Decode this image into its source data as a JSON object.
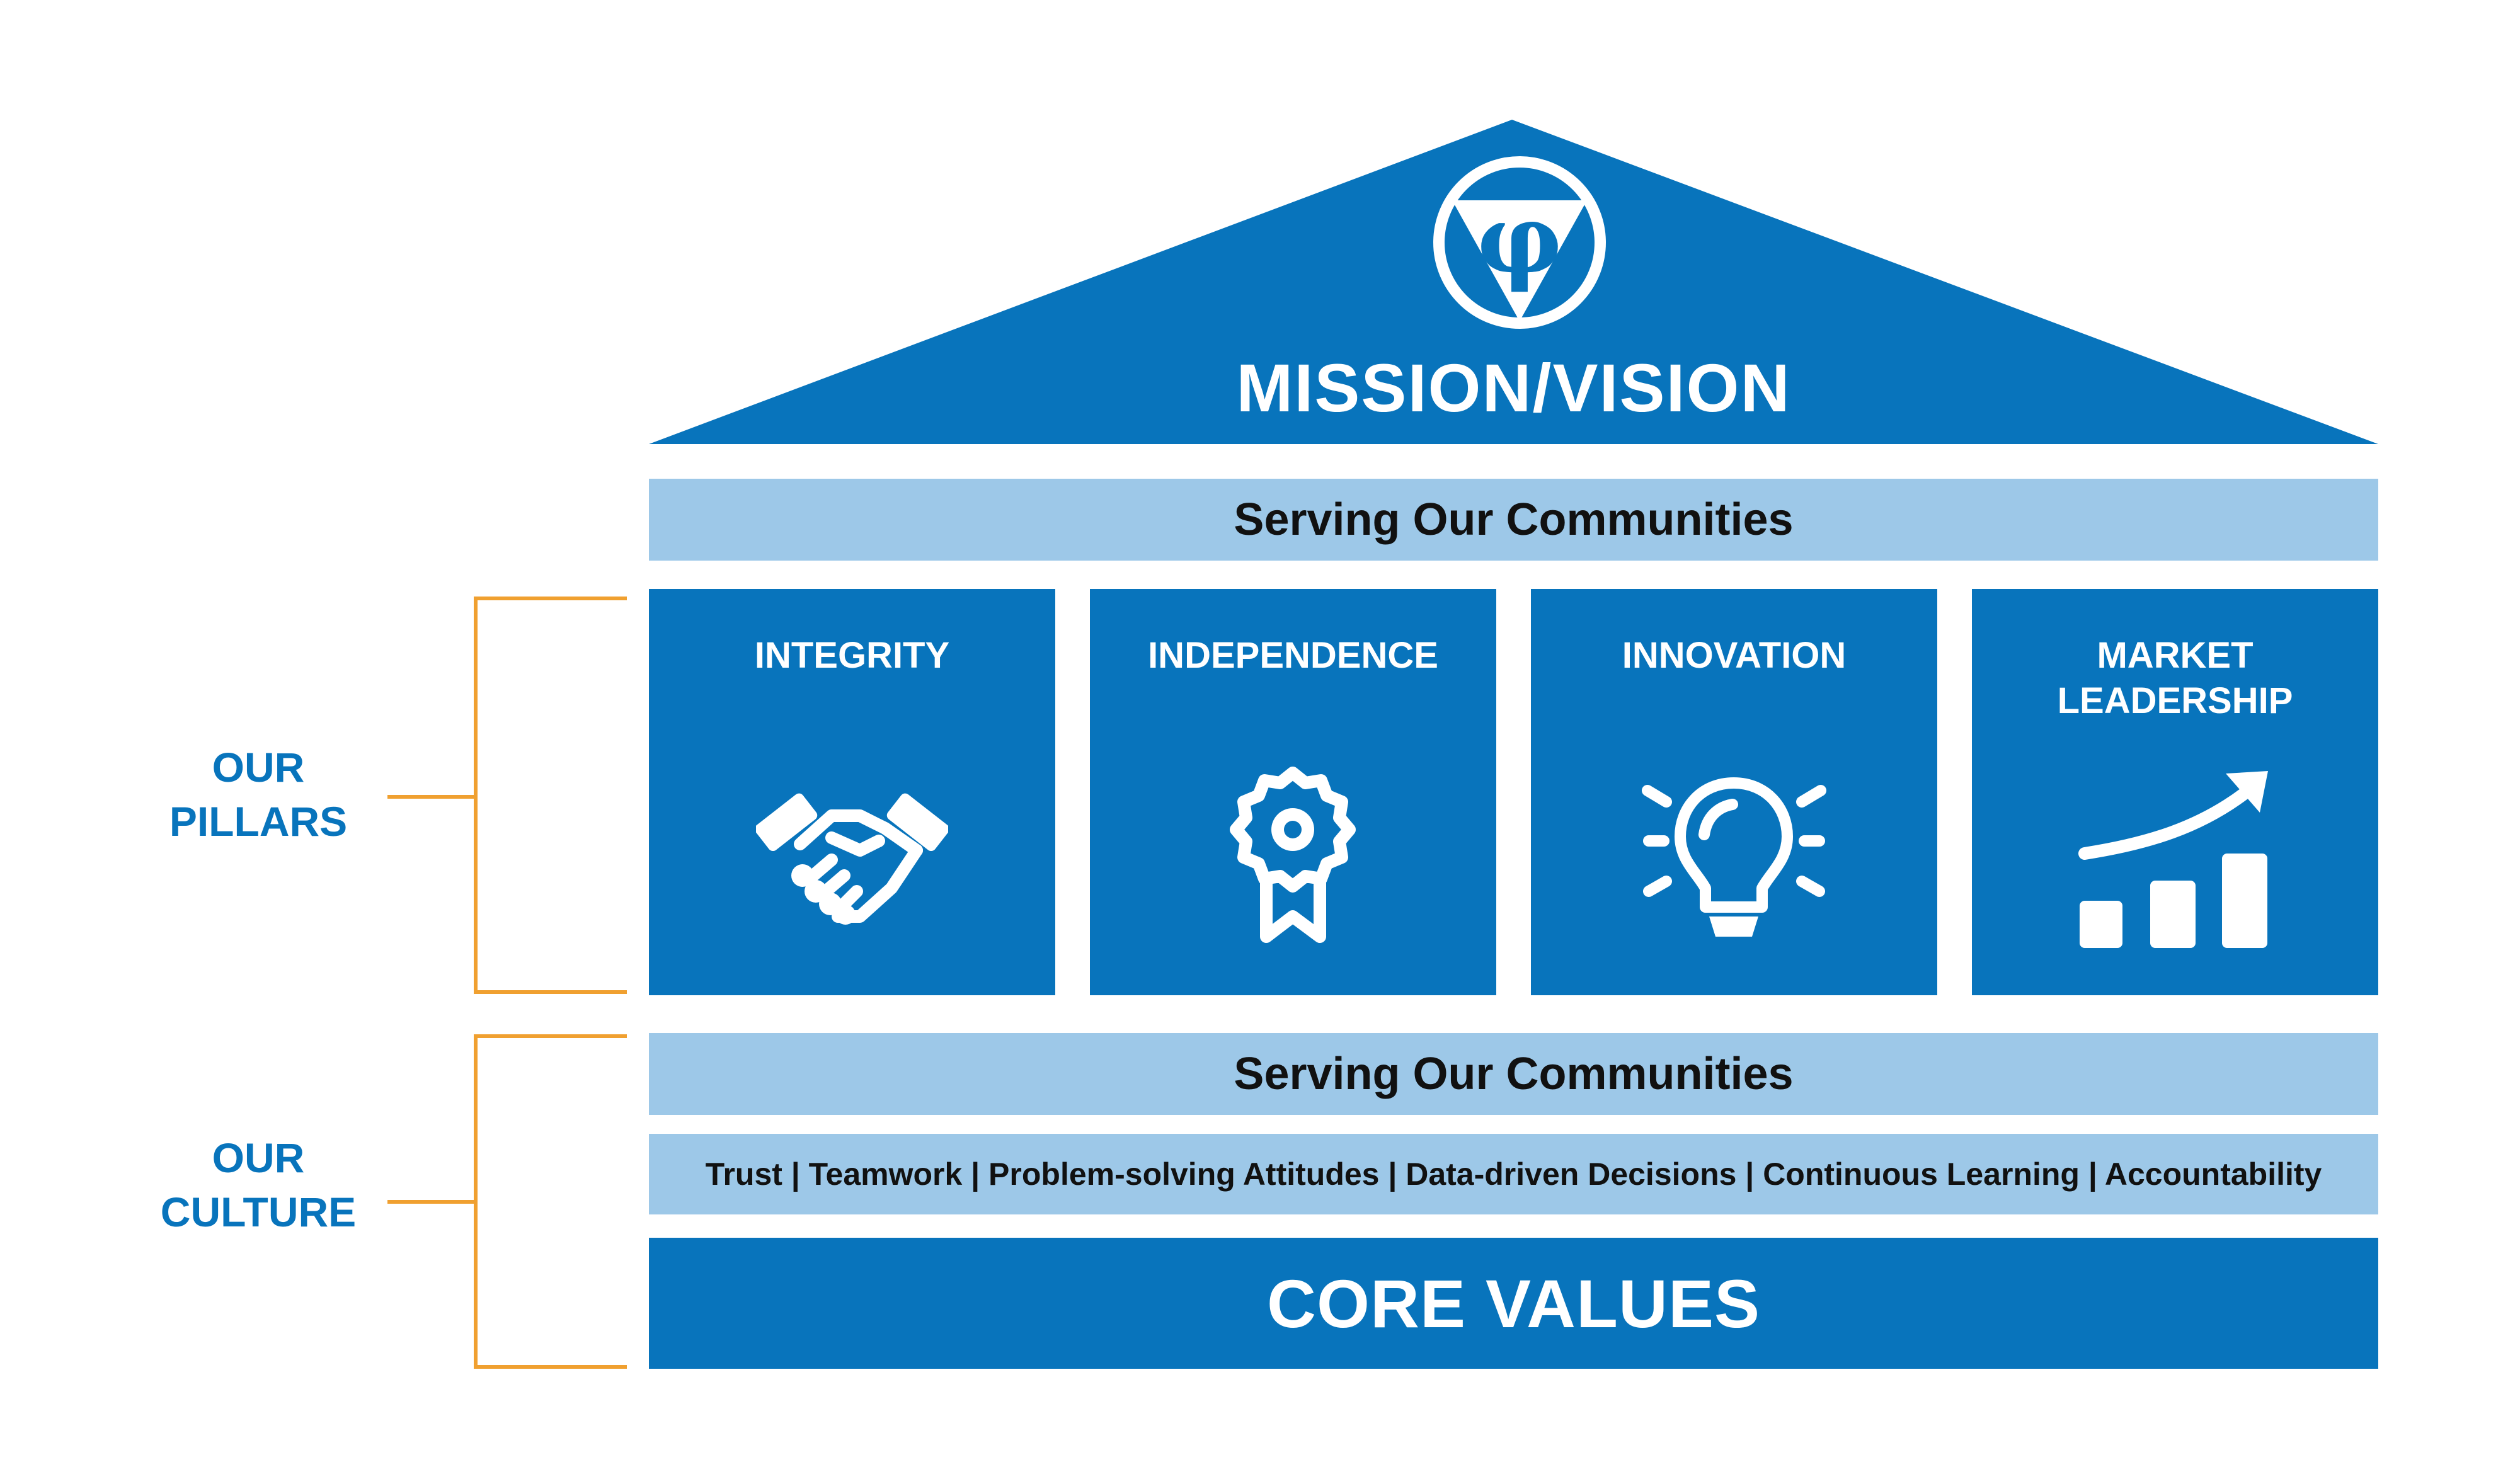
{
  "roof": {
    "title": "MISSION/VISION",
    "logo": "phi-triangle-logo"
  },
  "bands": {
    "top_serving": "Serving Our Communities",
    "culture_serving": "Serving Our Communities",
    "values_list": "Trust | Teamwork | Problem-solving Attitudes | Data-driven Decisions | Continuous Learning | Accountability"
  },
  "pillars": [
    {
      "label": "INTEGRITY",
      "icon": "handshake-icon"
    },
    {
      "label": "INDEPENDENCE",
      "icon": "award-ribbon-icon"
    },
    {
      "label": "INNOVATION",
      "icon": "lightbulb-icon"
    },
    {
      "label": "MARKET\nLEADERSHIP",
      "icon": "growth-chart-icon"
    }
  ],
  "foundation": {
    "title": "CORE VALUES"
  },
  "side": {
    "pillars_label": "OUR\nPILLARS",
    "culture_label": "OUR\nCULTURE"
  },
  "colors": {
    "primary_blue": "#0874bc",
    "light_blue": "#9dc8e8",
    "bracket_orange": "#f0a030",
    "text_dark": "#111111"
  }
}
